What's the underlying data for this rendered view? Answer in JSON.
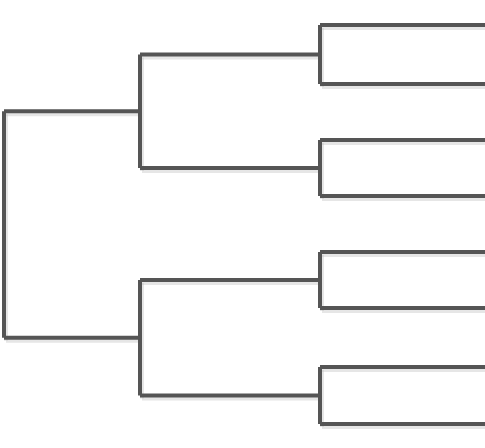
{
  "diagram": {
    "type": "dendrogram",
    "orientation": "left-to-right",
    "leaf_count": 8,
    "levels": 3,
    "labels": [],
    "colors": {
      "line": "#555555",
      "shadow": "#b8b8b8",
      "background": "#ffffff"
    }
  }
}
